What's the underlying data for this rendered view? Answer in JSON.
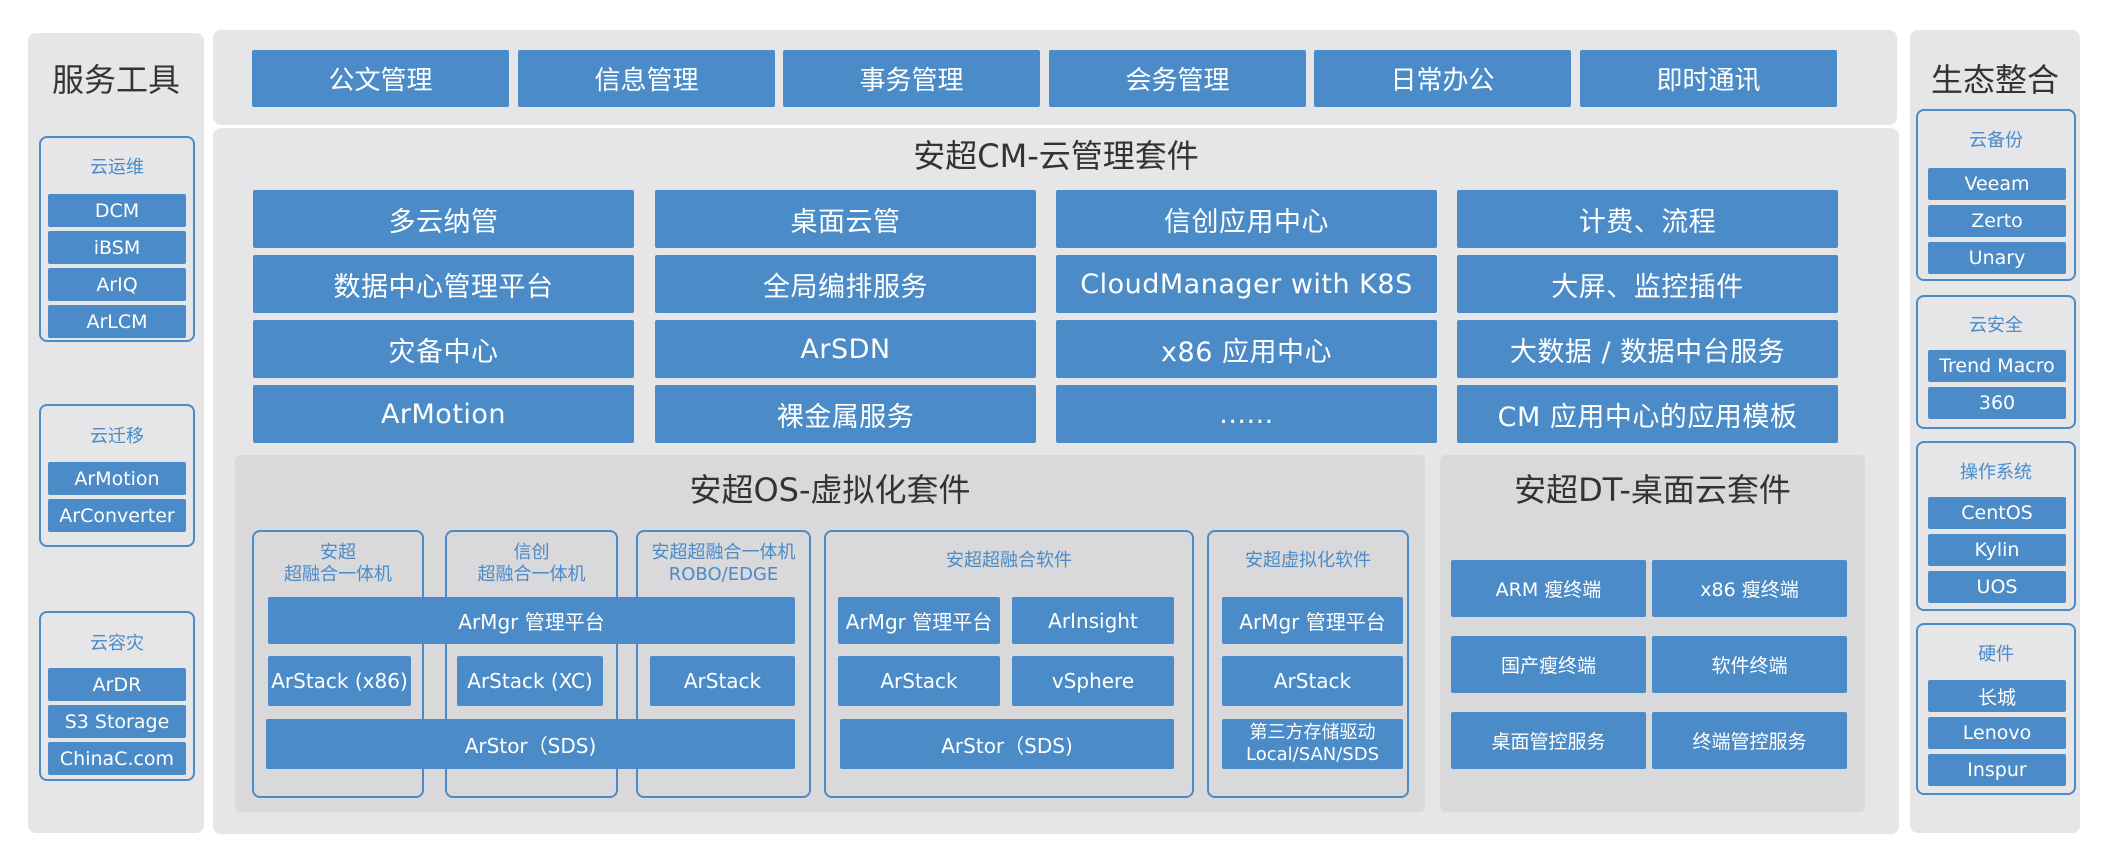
{
  "left": {
    "title": "服务工具",
    "groups": [
      {
        "label": "云运维",
        "items": [
          "DCM",
          "iBSM",
          "ArIQ",
          "ArLCM"
        ]
      },
      {
        "label": "云迁移",
        "items": [
          "ArMotion",
          "ArConverter"
        ]
      },
      {
        "label": "云容灾",
        "items": [
          "ArDR",
          "S3 Storage",
          "ChinaC.com"
        ]
      }
    ]
  },
  "top": {
    "items": [
      "公文管理",
      "信息管理",
      "事务管理",
      "会务管理",
      "日常办公",
      "即时通讯"
    ]
  },
  "cm": {
    "title": "安超CM-云管理套件",
    "rows": [
      [
        "多云纳管",
        "桌面云管",
        "信创应用中心",
        "计费、流程"
      ],
      [
        "数据中心管理平台",
        "全局编排服务",
        "CloudManager with K8S",
        "大屏、监控插件"
      ],
      [
        "灾备中心",
        "ArSDN",
        "x86 应用中心",
        "大数据 / 数据中台服务"
      ],
      [
        "ArMotion",
        "裸金属服务",
        "......",
        "CM 应用中心的应用模板"
      ]
    ]
  },
  "os": {
    "title": "安超OS-虚拟化套件",
    "group1": {
      "col1_label": [
        "安超",
        "超融合一体机"
      ],
      "col2_label": [
        "信创",
        "超融合一体机"
      ],
      "col3_label": [
        "安超超融合一体机",
        "ROBO/EDGE"
      ],
      "mgr": "ArMgr 管理平台",
      "stack1": "ArStack (x86)",
      "stack2": "ArStack (XC)",
      "stack3": "ArStack",
      "stor": "ArStor（SDS)"
    },
    "group2": {
      "label": "安超超融合软件",
      "mgr": "ArMgr 管理平台",
      "insight": "ArInsight",
      "stack": "ArStack",
      "vsphere": "vSphere",
      "stor": "ArStor（SDS)"
    },
    "group3": {
      "label": "安超虚拟化软件",
      "mgr": "ArMgr 管理平台",
      "stack": "ArStack",
      "driver_line1": "第三方存储驱动",
      "driver_line2": "Local/SAN/SDS"
    }
  },
  "dt": {
    "title": "安超DT-桌面云套件",
    "items": [
      "ARM 瘦终端",
      "x86 瘦终端",
      "国产瘦终端",
      "软件终端",
      "桌面管控服务",
      "终端管控服务"
    ]
  },
  "right": {
    "title": "生态整合",
    "groups": [
      {
        "label": "云备份",
        "items": [
          "Veeam",
          "Zerto",
          "Unary"
        ]
      },
      {
        "label": "云安全",
        "items": [
          "Trend Macro",
          "360"
        ]
      },
      {
        "label": "操作系统",
        "items": [
          "CentOS",
          "Kylin",
          "UOS"
        ]
      },
      {
        "label": "硬件",
        "items": [
          "长城",
          "Lenovo",
          "Inspur"
        ]
      }
    ]
  },
  "colors": {
    "accent": "#4a8bc8",
    "panel": "#e6e5e8",
    "inner_panel": "#d9d8db",
    "text": "#333333"
  }
}
